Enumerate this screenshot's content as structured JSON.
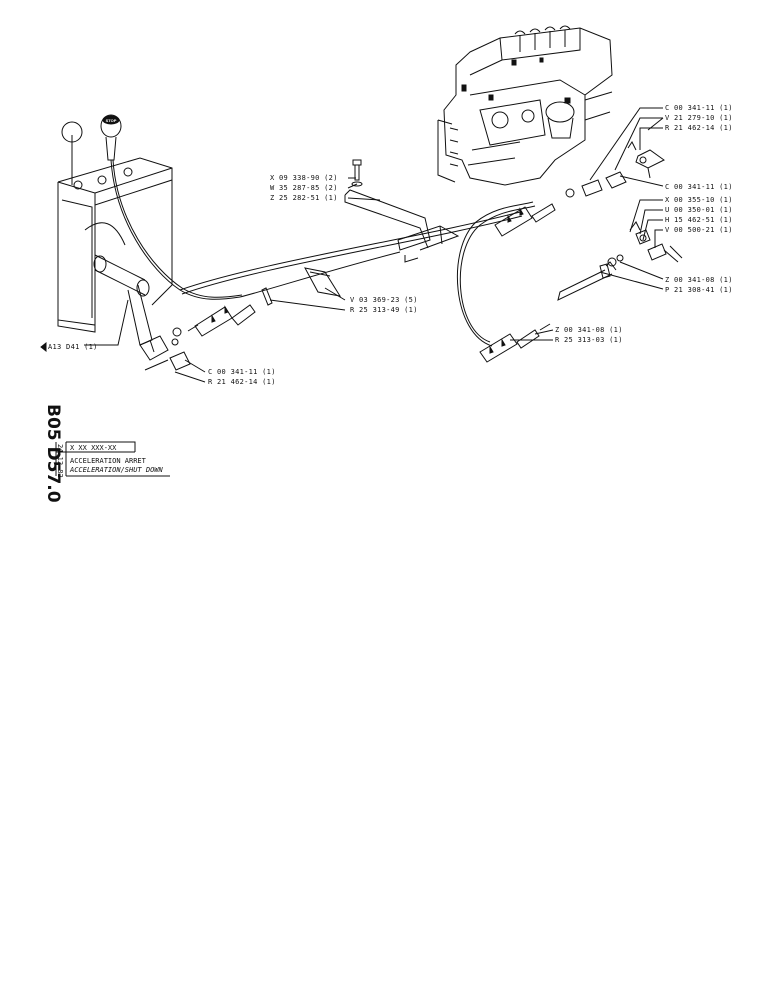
{
  "diagram": {
    "part_labels": [
      "C 00 341-11 (1)",
      "V 21 279-10 (1)",
      "R 21 462-14 (1)",
      "C 00 341-11 (1)",
      "X 00 355-10 (1)",
      "U 00 350-01 (1)",
      "H 15 462-51 (1)",
      "V 00 500-21 (1)",
      "Z 00 341-08 (1)",
      "P 21 308-41 (1)",
      "Z 00 341-08 (1)",
      "R 25 313-03 (1)",
      "X 09 338-90 (2)",
      "W 35 287-85 (2)",
      "Z 25 282-51 (1)",
      "V 03 369-23 (5)",
      "R 25 313-49 (1)",
      "A13 D41 (1)",
      "C 00 341-11 (1)",
      "R 21 462-14 (1)"
    ],
    "knob_text": "STOP"
  },
  "title_block": {
    "drawing_code": "B05 D57.0",
    "date": "24-12-82",
    "part_code": "X XX XXX-XX",
    "title_fr": "ACCELERATION ARRET",
    "title_en": "ACCELERATION/SHUT DOWN"
  }
}
